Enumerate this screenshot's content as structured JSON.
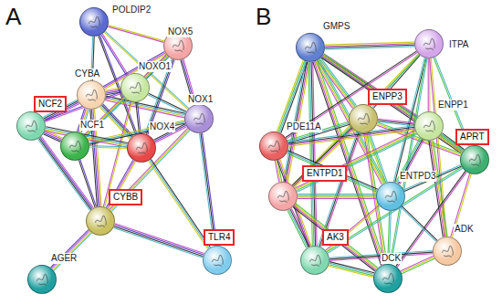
{
  "diagram": {
    "nodes": [
      {
        "text": [
          "POLDIP2"
        ]
      },
      {
        "text": [
          "NOX5"
        ]
      },
      {
        "text": [
          "CYBA"
        ]
      },
      {
        "text": [
          "NOXO1"
        ]
      },
      {
        "text": [
          "NOX1"
        ]
      },
      {
        "text": [
          "NCF2"
        ]
      },
      {
        "text": [
          "NCF1"
        ]
      },
      {
        "text": [
          "NOX4"
        ]
      },
      {
        "text": [
          "CYBB"
        ]
      },
      {
        "text": [
          "TLR4"
        ]
      },
      {
        "text": [
          "AGER"
        ]
      },
      {
        "text": [
          "GMPS"
        ]
      },
      {
        "text": [
          "ITPA"
        ]
      },
      {
        "text": [
          "ENPP3"
        ]
      },
      {
        "text": [
          "ENPP1"
        ]
      },
      {
        "text": [
          "APRT"
        ]
      },
      {
        "text": [
          "PDE11A"
        ]
      },
      {
        "text": [
          "ENTPD1"
        ]
      },
      {
        "text": [
          "ENTPD3"
        ]
      },
      {
        "text": [
          "ADK"
        ]
      },
      {
        "text": [
          "AK3"
        ]
      },
      {
        "text": [
          "DCK"
        ]
      }
    ],
    "edges": [
      {
        "from": 0,
        "to": 1,
        "arrow": "none"
      },
      {
        "from": 0,
        "to": 2,
        "arrow": "none"
      },
      {
        "from": 0,
        "to": 3,
        "arrow": "none"
      },
      {
        "from": 0,
        "to": 4,
        "arrow": "none"
      },
      {
        "from": 0,
        "to": 7,
        "arrow": "none"
      },
      {
        "from": 1,
        "to": 2,
        "arrow": "none"
      },
      {
        "from": 1,
        "to": 3,
        "arrow": "none"
      },
      {
        "from": 1,
        "to": 4,
        "arrow": "none"
      },
      {
        "from": 1,
        "to": 6,
        "arrow": "none"
      },
      {
        "from": 1,
        "to": 7,
        "arrow": "none"
      },
      {
        "from": 2,
        "to": 3,
        "arrow": "none"
      },
      {
        "from": 2,
        "to": 4,
        "arrow": "none"
      },
      {
        "from": 2,
        "to": 5,
        "arrow": "none"
      },
      {
        "from": 2,
        "to": 6,
        "arrow": "none"
      },
      {
        "from": 2,
        "to": 7,
        "arrow": "none"
      },
      {
        "from": 2,
        "to": 8,
        "arrow": "none"
      },
      {
        "from": 3,
        "to": 4,
        "arrow": "none"
      },
      {
        "from": 3,
        "to": 5,
        "arrow": "none"
      },
      {
        "from": 3,
        "to": 6,
        "arrow": "none"
      },
      {
        "from": 3,
        "to": 7,
        "arrow": "none"
      },
      {
        "from": 3,
        "to": 8,
        "arrow": "none"
      },
      {
        "from": 4,
        "to": 6,
        "arrow": "none"
      },
      {
        "from": 4,
        "to": 7,
        "arrow": "none"
      },
      {
        "from": 4,
        "to": 8,
        "arrow": "none"
      },
      {
        "from": 4,
        "to": 9,
        "arrow": "none"
      },
      {
        "from": 5,
        "to": 6,
        "arrow": "none"
      },
      {
        "from": 5,
        "to": 7,
        "arrow": "none"
      },
      {
        "from": 5,
        "to": 8,
        "arrow": "none"
      },
      {
        "from": 6,
        "to": 7,
        "arrow": "none"
      },
      {
        "from": 6,
        "to": 8,
        "arrow": "none"
      },
      {
        "from": 7,
        "to": 8,
        "arrow": "none"
      },
      {
        "from": 7,
        "to": 9,
        "arrow": "none"
      },
      {
        "from": 8,
        "to": 9,
        "arrow": "none"
      },
      {
        "from": 8,
        "to": 10,
        "arrow": "none"
      },
      {
        "from": 11,
        "to": 12,
        "arrow": "none"
      },
      {
        "from": 11,
        "to": 13,
        "arrow": "none"
      },
      {
        "from": 11,
        "to": 14,
        "arrow": "none"
      },
      {
        "from": 11,
        "to": 15,
        "arrow": "none"
      },
      {
        "from": 11,
        "to": 16,
        "arrow": "none"
      },
      {
        "from": 11,
        "to": 17,
        "arrow": "none"
      },
      {
        "from": 11,
        "to": 18,
        "arrow": "none"
      },
      {
        "from": 11,
        "to": 20,
        "arrow": "none"
      },
      {
        "from": 11,
        "to": 21,
        "arrow": "none"
      },
      {
        "from": 12,
        "to": 13,
        "arrow": "none"
      },
      {
        "from": 12,
        "to": 14,
        "arrow": "none"
      },
      {
        "from": 12,
        "to": 15,
        "arrow": "none"
      },
      {
        "from": 12,
        "to": 16,
        "arrow": "none"
      },
      {
        "from": 12,
        "to": 17,
        "arrow": "none"
      },
      {
        "from": 12,
        "to": 18,
        "arrow": "none"
      },
      {
        "from": 12,
        "to": 19,
        "arrow": "none"
      },
      {
        "from": 12,
        "to": 21,
        "arrow": "none"
      },
      {
        "from": 13,
        "to": 14,
        "arrow": "none"
      },
      {
        "from": 13,
        "to": 15,
        "arrow": "none"
      },
      {
        "from": 13,
        "to": 16,
        "arrow": "none"
      },
      {
        "from": 13,
        "to": 17,
        "arrow": "none"
      },
      {
        "from": 13,
        "to": 18,
        "arrow": "none"
      },
      {
        "from": 13,
        "to": 20,
        "arrow": "none"
      },
      {
        "from": 13,
        "to": 21,
        "arrow": "none"
      },
      {
        "from": 14,
        "to": 15,
        "arrow": "none"
      },
      {
        "from": 14,
        "to": 16,
        "arrow": "none"
      },
      {
        "from": 14,
        "to": 17,
        "arrow": "none"
      },
      {
        "from": 14,
        "to": 18,
        "arrow": "none"
      },
      {
        "from": 14,
        "to": 19,
        "arrow": "none"
      },
      {
        "from": 15,
        "to": 18,
        "arrow": "none"
      },
      {
        "from": 15,
        "to": 19,
        "arrow": "none"
      },
      {
        "from": 15,
        "to": 20,
        "arrow": "none"
      },
      {
        "from": 15,
        "to": 21,
        "arrow": "none"
      },
      {
        "from": 16,
        "to": 17,
        "arrow": "none"
      },
      {
        "from": 16,
        "to": 18,
        "arrow": "none"
      },
      {
        "from": 16,
        "to": 20,
        "arrow": "none"
      },
      {
        "from": 17,
        "to": 18,
        "arrow": "none"
      },
      {
        "from": 17,
        "to": 20,
        "arrow": "none"
      },
      {
        "from": 17,
        "to": 21,
        "arrow": "none"
      },
      {
        "from": 18,
        "to": 19,
        "arrow": "none"
      },
      {
        "from": 18,
        "to": 20,
        "arrow": "none"
      },
      {
        "from": 18,
        "to": 21,
        "arrow": "none"
      },
      {
        "from": 19,
        "to": 20,
        "arrow": "none"
      },
      {
        "from": 19,
        "to": 21,
        "arrow": "none"
      },
      {
        "from": 20,
        "to": 21,
        "arrow": "none"
      }
    ],
    "labels": [
      "A",
      "B"
    ]
  }
}
